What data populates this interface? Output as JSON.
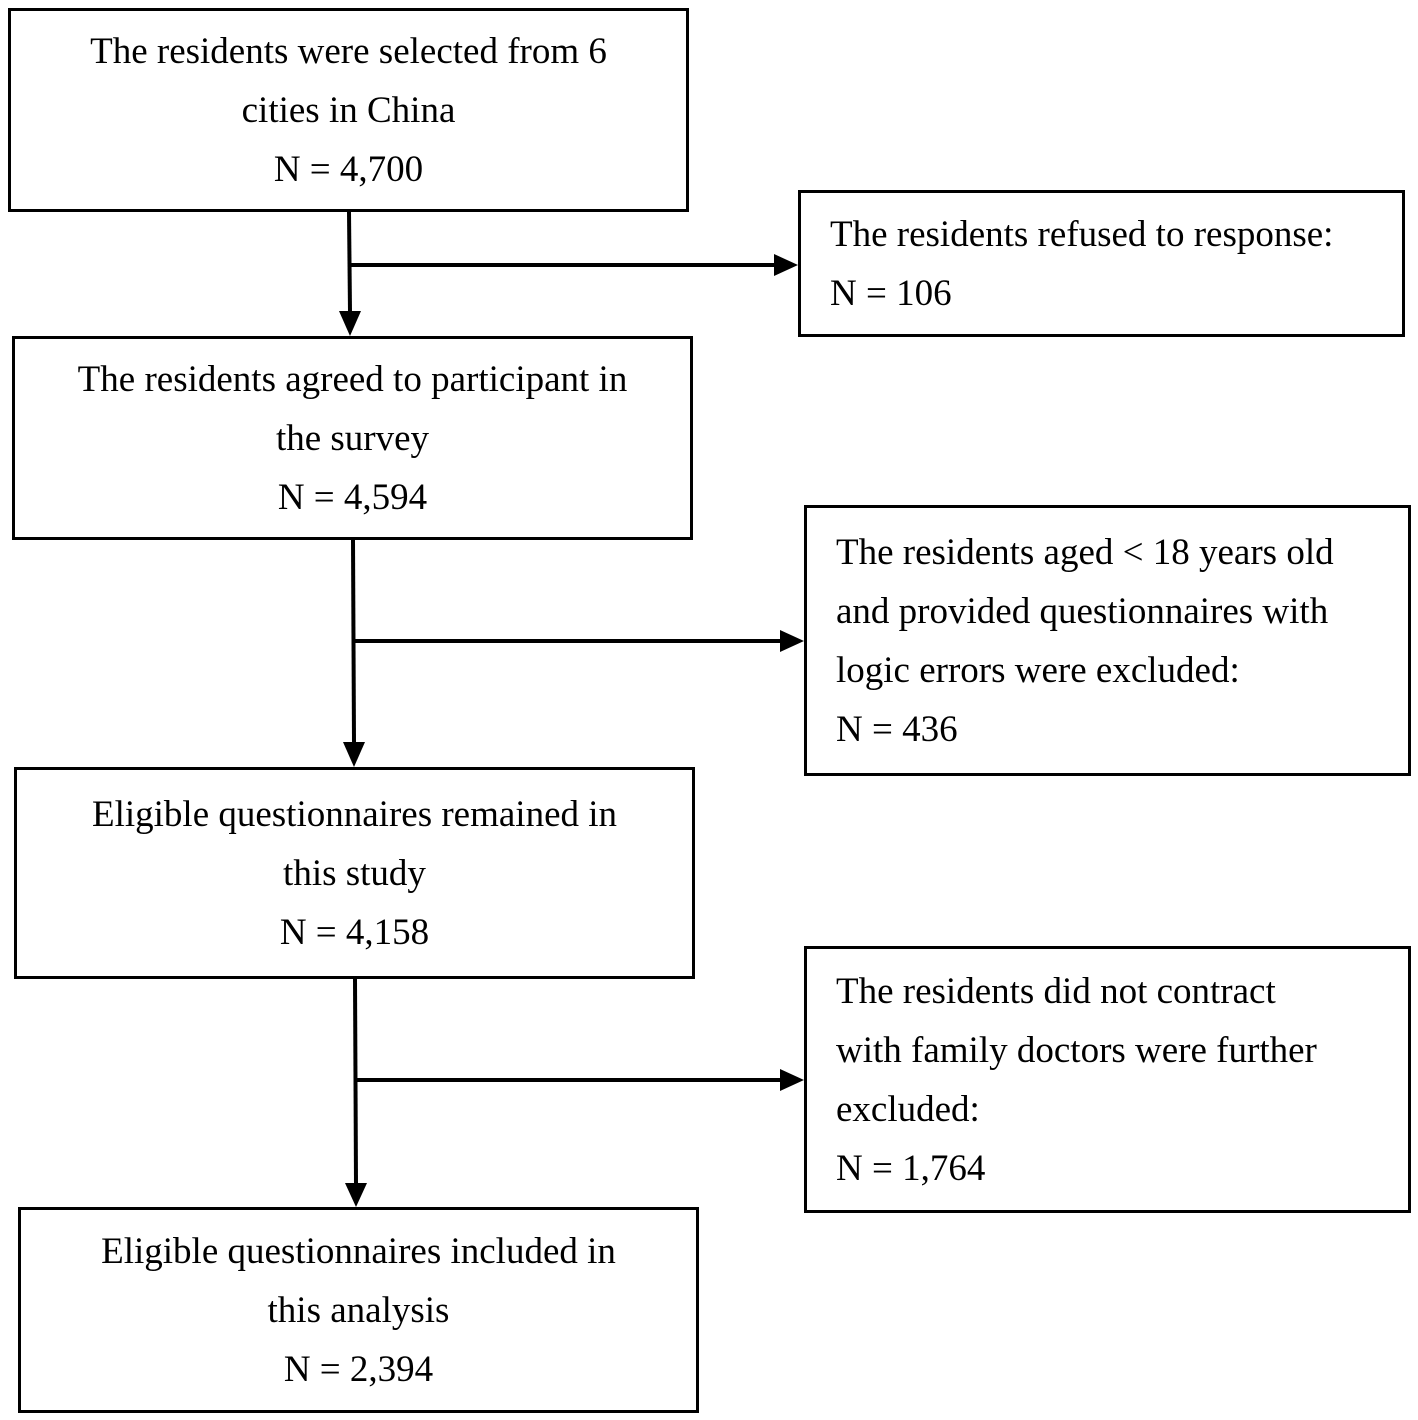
{
  "flowchart": {
    "main_boxes": [
      {
        "id": "selected",
        "lines": [
          "The residents were selected from 6",
          "cities in China",
          "N = 4,700"
        ]
      },
      {
        "id": "agreed",
        "lines": [
          "The residents agreed to participant in",
          "the survey",
          "N = 4,594"
        ]
      },
      {
        "id": "eligible_remained",
        "lines": [
          "Eligible questionnaires remained in",
          "this study",
          "N = 4,158"
        ]
      },
      {
        "id": "eligible_included",
        "lines": [
          "Eligible questionnaires included in",
          "this analysis",
          "N = 2,394"
        ]
      }
    ],
    "exclusion_boxes": [
      {
        "id": "refused",
        "lines": [
          "The residents refused to response:",
          "N = 106"
        ]
      },
      {
        "id": "aged_logic",
        "lines": [
          "The residents aged < 18 years old",
          "and provided questionnaires with",
          "logic errors were excluded:",
          "N = 436"
        ]
      },
      {
        "id": "no_contract",
        "lines": [
          "The residents did not contract",
          "with family doctors were further",
          "excluded:",
          "N = 1,764"
        ]
      }
    ]
  }
}
